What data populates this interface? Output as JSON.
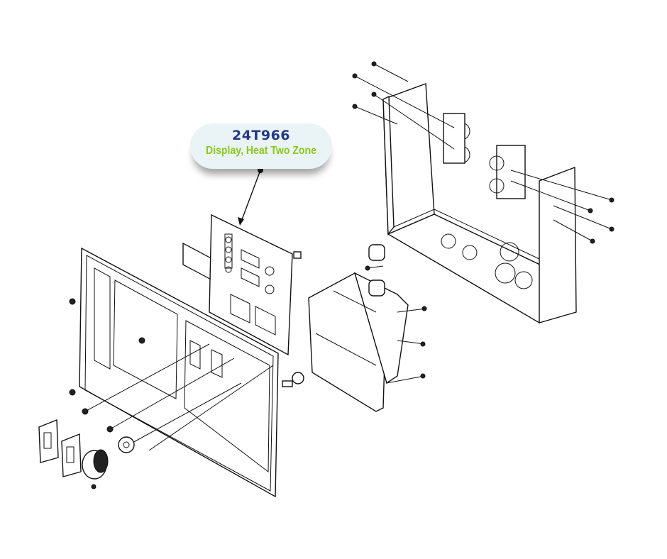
{
  "callout": {
    "part_number": "24T966",
    "description": "Display, Heat Two Zone",
    "part_number_color": "#243a86",
    "description_color": "#8cc61e",
    "background_color": "#eaf4f6"
  },
  "diagram": {
    "parts": [
      "front-panel",
      "display-board",
      "control-module",
      "enclosure",
      "rocker-switches",
      "knob",
      "potentiometer"
    ]
  }
}
